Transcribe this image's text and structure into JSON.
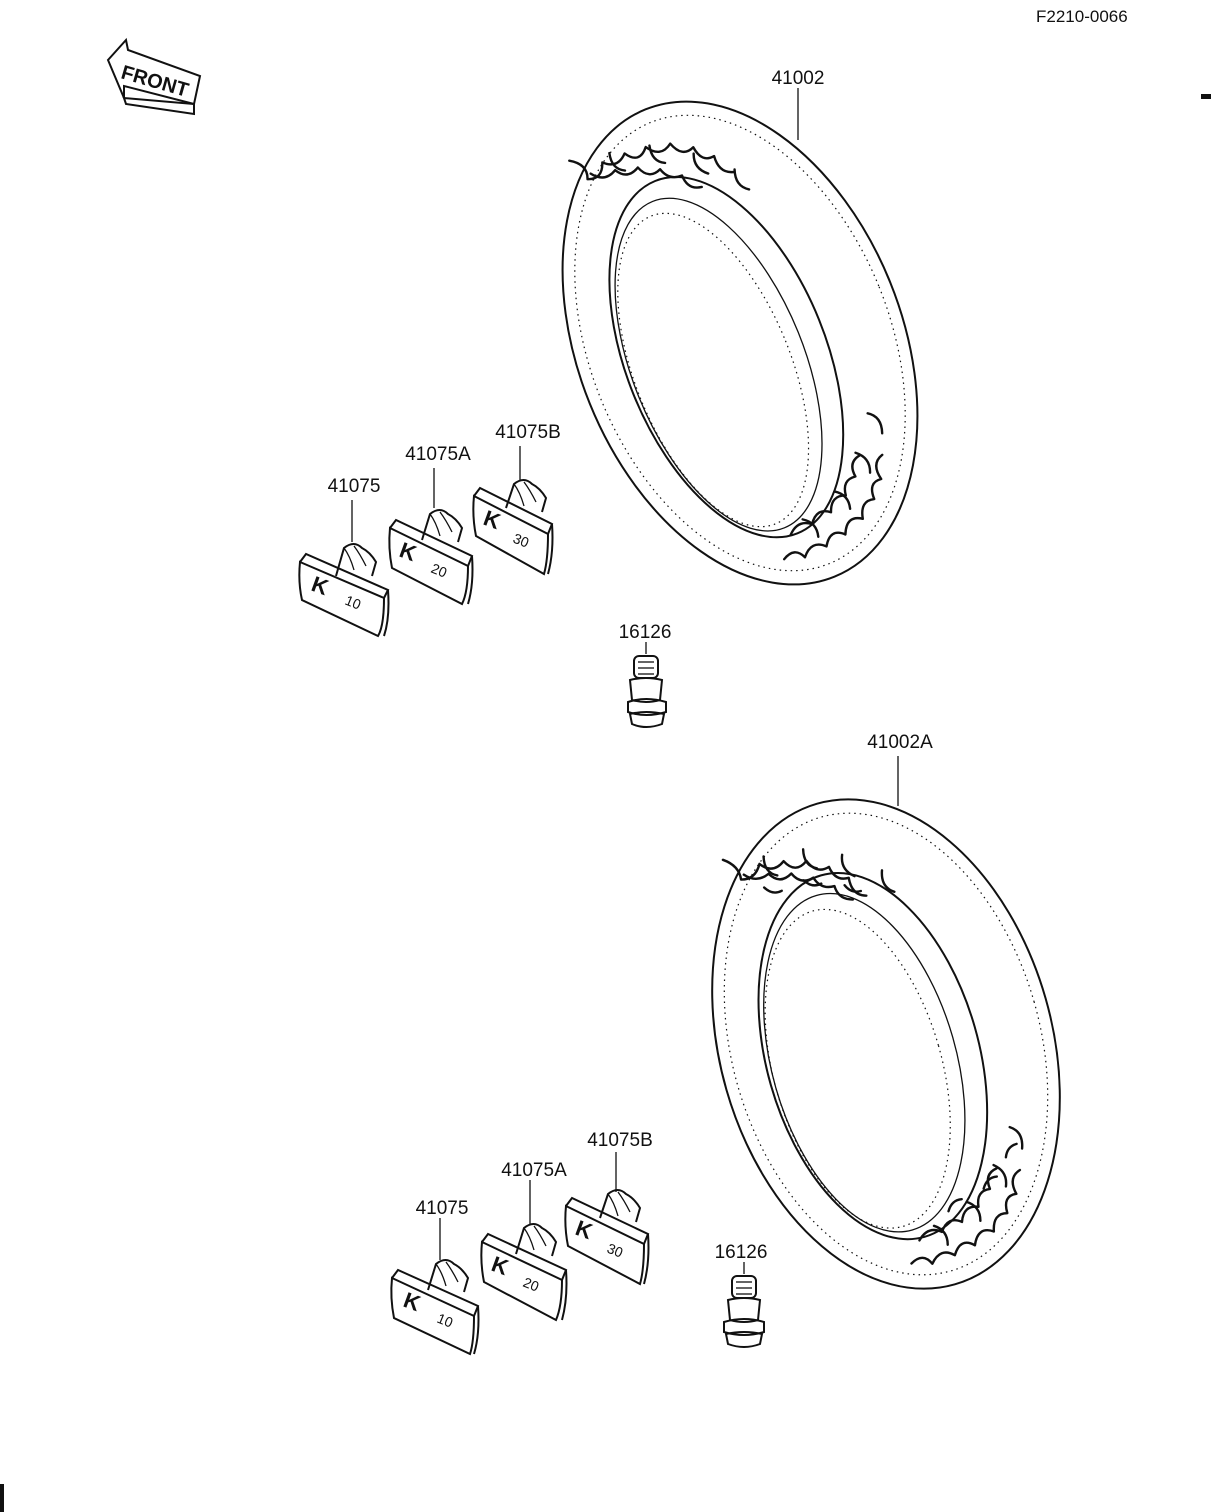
{
  "diagram": {
    "code": "F2210-0066",
    "direction_label": "FRONT",
    "upper_assembly": {
      "tire": "41002",
      "valve": "16126",
      "weights": [
        "41075",
        "41075A",
        "41075B"
      ],
      "weight_marks": [
        "10",
        "20",
        "30"
      ]
    },
    "lower_assembly": {
      "tire": "41002A",
      "valve": "16126",
      "weights": [
        "41075",
        "41075A",
        "41075B"
      ],
      "weight_marks": [
        "10",
        "20",
        "30"
      ]
    }
  }
}
